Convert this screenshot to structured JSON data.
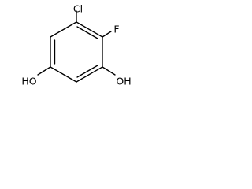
{
  "molecule": {
    "atoms": {
      "chlorine": "Cl",
      "fluorine": "F",
      "hydroxyl_left": "HO",
      "hydroxyl_right": "OH"
    },
    "colors": {
      "bond": "#000000",
      "label": "#000000",
      "background": "#ffffff"
    }
  }
}
